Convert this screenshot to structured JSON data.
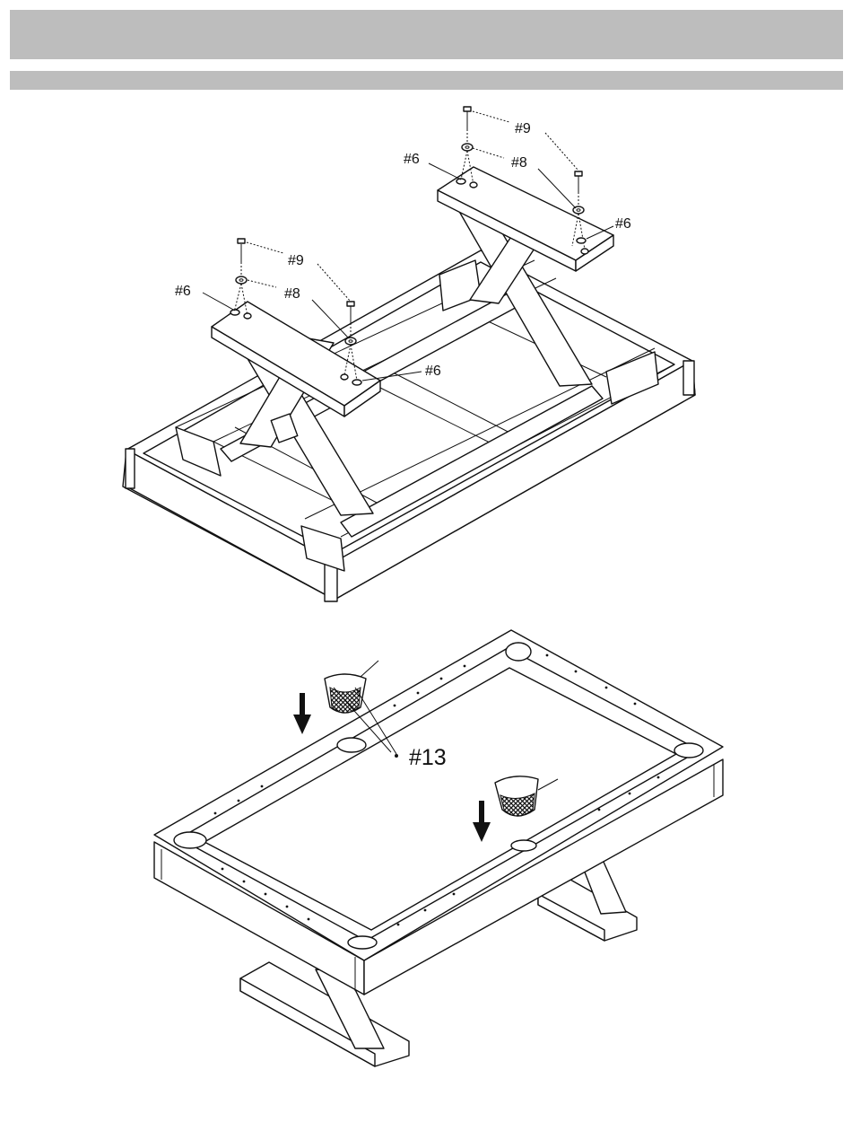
{
  "part_labels": {
    "p6": "#6",
    "p8": "#8",
    "p9": "#9",
    "p13": "#13"
  },
  "colors": {
    "header_bar": "#bdbdbd",
    "line": "#111111",
    "background": "#ffffff"
  },
  "icons": [
    "screw-icon",
    "washer-icon",
    "bracket-icon",
    "pocket-net-icon",
    "down-arrow-icon"
  ]
}
